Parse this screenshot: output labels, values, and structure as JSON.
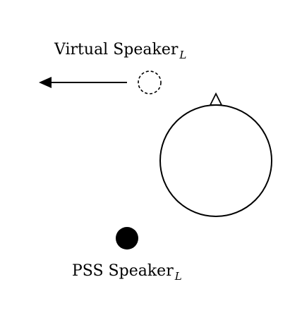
{
  "virtual_speaker": {
    "label_main": "Virtual Speaker",
    "label_sub": "L"
  },
  "pss_speaker": {
    "label_main": "PSS Speaker",
    "label_sub": "L"
  },
  "colors": {
    "stroke": "#000000",
    "fill_solid": "#000000",
    "background": "#ffffff"
  }
}
